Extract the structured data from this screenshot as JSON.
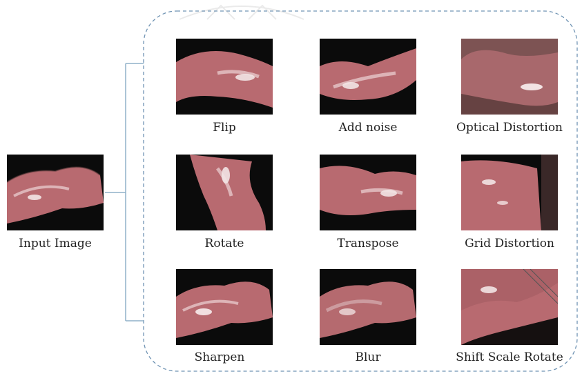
{
  "input": {
    "label": "Input Image"
  },
  "augmentations": [
    {
      "label": "Flip"
    },
    {
      "label": "Add noise"
    },
    {
      "label": "Optical Distortion"
    },
    {
      "label": "Rotate"
    },
    {
      "label": "Transpose"
    },
    {
      "label": "Grid Distortion"
    },
    {
      "label": "Sharpen"
    },
    {
      "label": "Blur"
    },
    {
      "label": "Shift Scale Rotate"
    }
  ],
  "colors": {
    "dashed_border": "#6f93b3",
    "connector": "#8fb1c8",
    "tissue": "#c97a80"
  }
}
